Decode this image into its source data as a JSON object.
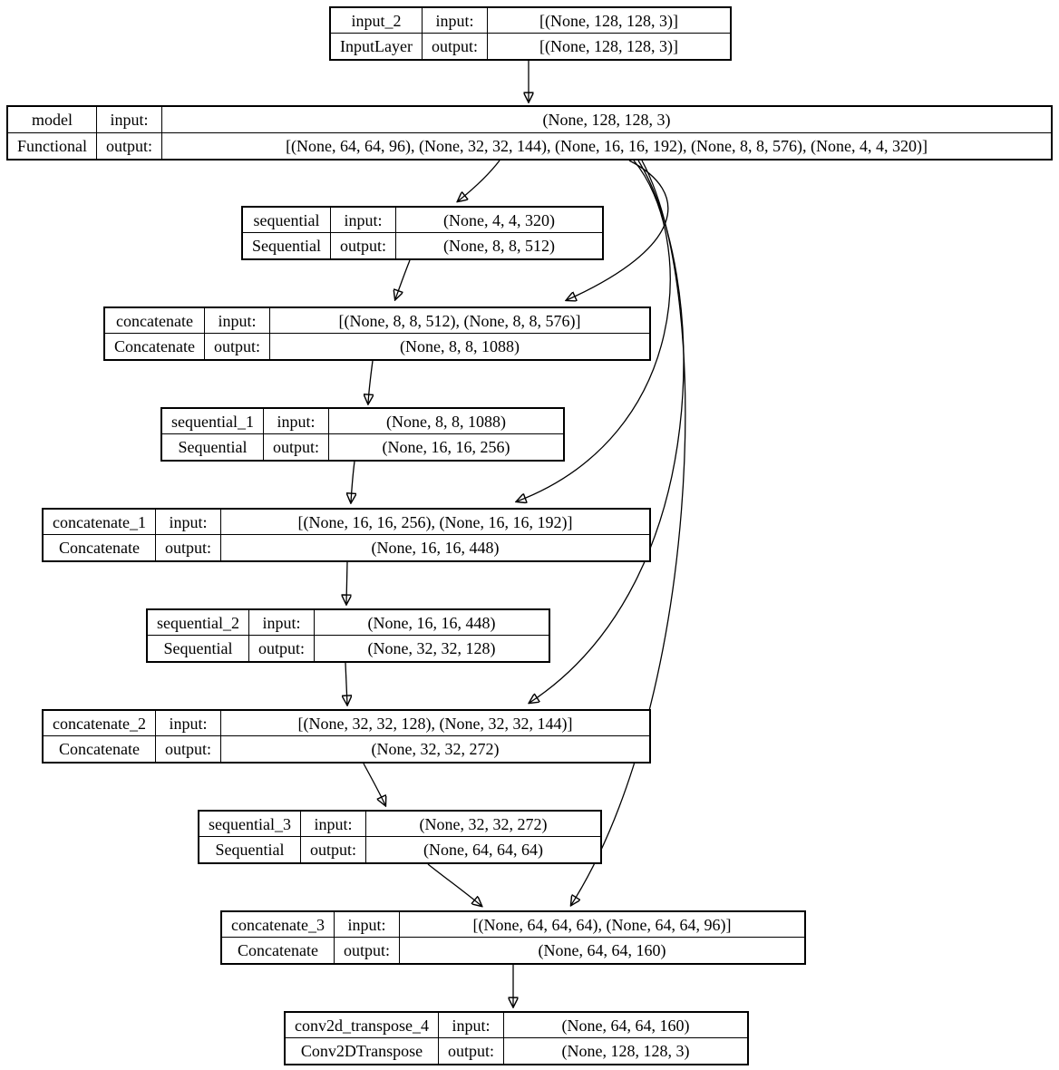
{
  "diagram": {
    "kind": "keras-model-plot",
    "colors": {
      "background": "#ffffff",
      "line": "#000000",
      "text": "#000000"
    }
  },
  "labels": {
    "input": "input:",
    "output": "output:"
  },
  "nodes": [
    {
      "name": "input_2",
      "type": "InputLayer",
      "input": "[(None, 128, 128, 3)]",
      "output": "[(None, 128, 128, 3)]"
    },
    {
      "name": "model",
      "type": "Functional",
      "input": "(None, 128, 128, 3)",
      "output": "[(None, 64, 64, 96), (None, 32, 32, 144), (None, 16, 16, 192), (None, 8, 8, 576), (None, 4, 4, 320)]"
    },
    {
      "name": "sequential",
      "type": "Sequential",
      "input": "(None, 4, 4, 320)",
      "output": "(None, 8, 8, 512)"
    },
    {
      "name": "concatenate",
      "type": "Concatenate",
      "input": "[(None, 8, 8, 512), (None, 8, 8, 576)]",
      "output": "(None, 8, 8, 1088)"
    },
    {
      "name": "sequential_1",
      "type": "Sequential",
      "input": "(None, 8, 8, 1088)",
      "output": "(None, 16, 16, 256)"
    },
    {
      "name": "concatenate_1",
      "type": "Concatenate",
      "input": "[(None, 16, 16, 256), (None, 16, 16, 192)]",
      "output": "(None, 16, 16, 448)"
    },
    {
      "name": "sequential_2",
      "type": "Sequential",
      "input": "(None, 16, 16, 448)",
      "output": "(None, 32, 32, 128)"
    },
    {
      "name": "concatenate_2",
      "type": "Concatenate",
      "input": "[(None, 32, 32, 128), (None, 32, 32, 144)]",
      "output": "(None, 32, 32, 272)"
    },
    {
      "name": "sequential_3",
      "type": "Sequential",
      "input": "(None, 32, 32, 272)",
      "output": "(None, 64, 64, 64)"
    },
    {
      "name": "concatenate_3",
      "type": "Concatenate",
      "input": "[(None, 64, 64, 64), (None, 64, 64, 96)]",
      "output": "(None, 64, 64, 160)"
    },
    {
      "name": "conv2d_transpose_4",
      "type": "Conv2DTranspose",
      "input": "(None, 64, 64, 160)",
      "output": "(None, 128, 128, 3)"
    }
  ],
  "edges": [
    {
      "from": "input_2",
      "to": "model"
    },
    {
      "from": "model",
      "to": "sequential"
    },
    {
      "from": "model",
      "to": "concatenate"
    },
    {
      "from": "sequential",
      "to": "concatenate"
    },
    {
      "from": "concatenate",
      "to": "sequential_1"
    },
    {
      "from": "sequential_1",
      "to": "concatenate_1"
    },
    {
      "from": "model",
      "to": "concatenate_1"
    },
    {
      "from": "concatenate_1",
      "to": "sequential_2"
    },
    {
      "from": "sequential_2",
      "to": "concatenate_2"
    },
    {
      "from": "model",
      "to": "concatenate_2"
    },
    {
      "from": "concatenate_2",
      "to": "sequential_3"
    },
    {
      "from": "sequential_3",
      "to": "concatenate_3"
    },
    {
      "from": "model",
      "to": "concatenate_3"
    },
    {
      "from": "concatenate_3",
      "to": "conv2d_transpose_4"
    }
  ]
}
